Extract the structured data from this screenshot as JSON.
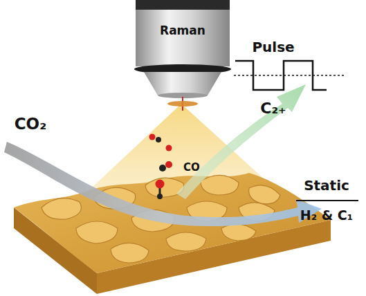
{
  "diagram": {
    "nodes": [
      {
        "text": [
          "Raman"
        ]
      }
    ],
    "labels": [
      "Pulse",
      "C₂₊",
      "CO₂",
      "CO",
      "Static",
      "H₂ & C₁"
    ]
  }
}
